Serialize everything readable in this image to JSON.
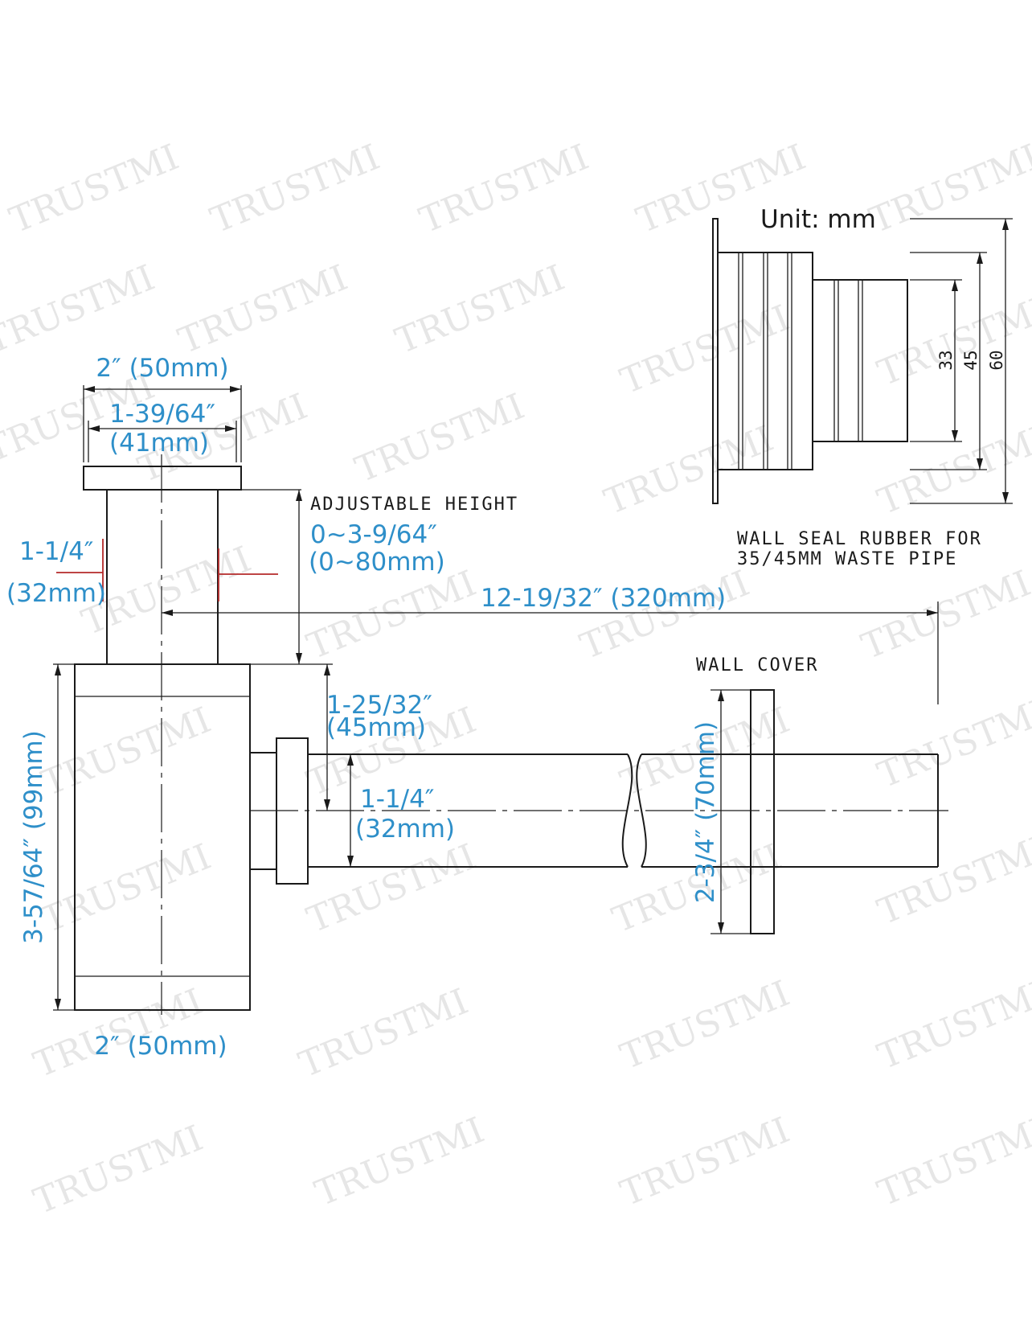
{
  "unit_label": "Unit: mm",
  "watermark": "TRUSTMI",
  "seal_rubber": {
    "caption_line1": "WALL SEAL RUBBER FOR",
    "caption_line2": "35/45MM WASTE PIPE",
    "dim_small": "33",
    "dim_mid": "45",
    "dim_large": "60"
  },
  "top_outer_width": "2″  (50mm)",
  "top_inner_width_in": "1-39/64″",
  "top_inner_width_mm": "(41mm)",
  "adjustable_label": "ADJUSTABLE HEIGHT",
  "adjustable_in": "0~3-9/64″",
  "adjustable_mm": "(0~80mm)",
  "tail_pipe_in": "1-1/4″",
  "tail_pipe_mm": "(32mm)",
  "total_length": "12-19/32″  (320mm)",
  "wall_cover_label": "WALL COVER",
  "outlet_offset_in": "1-25/32″",
  "outlet_offset_mm": "(45mm)",
  "outlet_pipe_in": "1-1/4″",
  "outlet_pipe_mm": "(32mm)",
  "wall_cover_diameter": "2-3/4″  (70mm)",
  "body_height": "3-57/64″  (99mm)",
  "bottom_width": "2″  (50mm)"
}
